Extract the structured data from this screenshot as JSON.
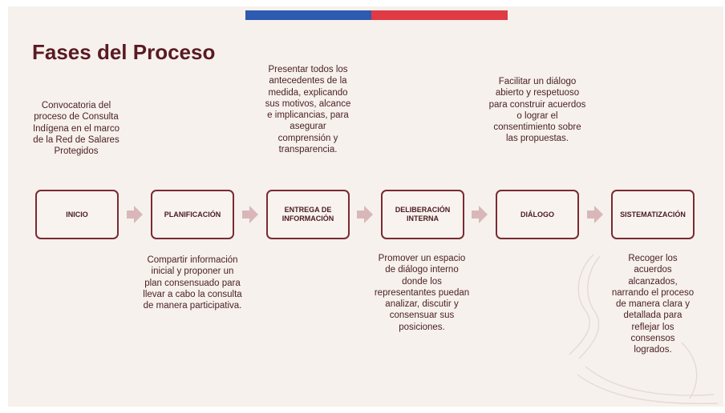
{
  "slide": {
    "title": "Fases del Proceso",
    "colors": {
      "flag_blue": "#2d5bb0",
      "flag_red": "#e03a44",
      "box_border": "#7a2a33",
      "arrow": "#d9b7b9",
      "title": "#5a1a23"
    }
  },
  "phases": [
    {
      "label": "INICIO",
      "description": "Convocatoria del proceso de Consulta Indígena en el marco de la Red de Salares Protegidos"
    },
    {
      "label": "PLANIFICACIÓN",
      "description": "Compartir información inicial y proponer un plan consensuado para llevar a cabo la consulta de manera participativa."
    },
    {
      "label": "ENTREGA DE INFORMACIÓN",
      "description": "Presentar todos los antecedentes de la medida, explicando sus motivos, alcance e implicancias, para asegurar comprensión y transparencia."
    },
    {
      "label": "DELIBERACIÓN INTERNA",
      "description": "Promover un espacio de diálogo interno donde los representantes puedan analizar, discutir y consensuar sus posiciones."
    },
    {
      "label": "DIÁLOGO",
      "description": "Facilitar un diálogo abierto y respetuoso para construir acuerdos o lograr el consentimiento sobre las propuestas."
    },
    {
      "label": "SISTEMATIZACIÓN",
      "description": "Recoger los acuerdos alcanzados, narrando el proceso de manera clara y detallada para reflejar los consensos logrados."
    }
  ],
  "icons": {
    "flow_arrow": "chevron-right-arrow-icon",
    "decoration": "decorative-swirl-icon"
  }
}
